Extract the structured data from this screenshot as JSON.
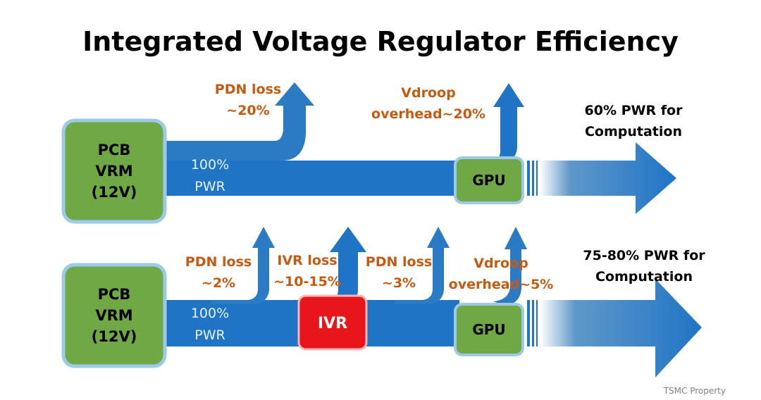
{
  "title": "Integrated Voltage Regulator Efficiency",
  "colors": {
    "flow_blue": "#1F74C6",
    "box_green": "#6FA845",
    "box_border": "#9DCAEB",
    "ivr_red": "#E8161B",
    "loss_orange": "#C55A11"
  },
  "top_flow": {
    "source": {
      "line1": "PCB",
      "line2": "VRM",
      "line3": "(12V)"
    },
    "input": {
      "line1": "100%",
      "line2": "PWR"
    },
    "loss1": {
      "line1": "PDN loss",
      "line2": "~20%"
    },
    "loss2": {
      "line1": "Vdroop",
      "line2": "overhead~20%"
    },
    "gpu": "GPU",
    "result": {
      "line1": "60% PWR for",
      "line2": "Computation"
    }
  },
  "bottom_flow": {
    "source": {
      "line1": "PCB",
      "line2": "VRM",
      "line3": "(12V)"
    },
    "input": {
      "line1": "100%",
      "line2": "PWR"
    },
    "loss1": {
      "line1": "PDN loss",
      "line2": "~2%"
    },
    "loss2": {
      "line1": "IVR loss",
      "line2": "~10-15%"
    },
    "loss3": {
      "line1": "PDN loss",
      "line2": "~3%"
    },
    "loss4": {
      "line1": "Vdroop",
      "line2": "overhead~5%"
    },
    "ivr": "IVR",
    "gpu": "GPU",
    "result": {
      "line1": "75-80% PWR for",
      "line2": "Computation"
    }
  },
  "footer": "TSMC Property"
}
